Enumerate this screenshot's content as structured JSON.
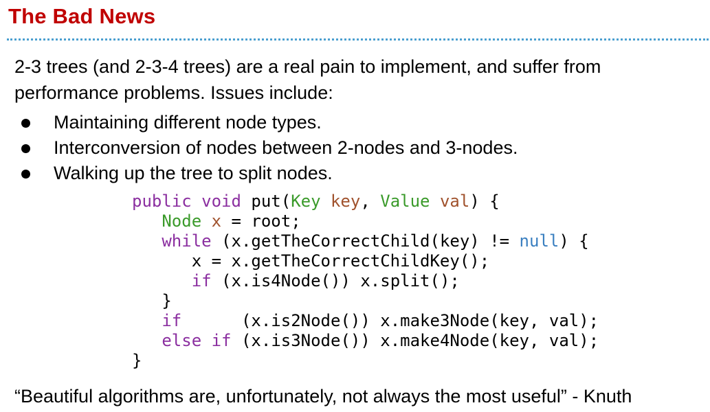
{
  "slide": {
    "title": "The Bad News",
    "intro": "2-3 trees (and 2-3-4 trees) are a real pain to implement, and suffer from performance problems. Issues include:",
    "bullets": [
      "Maintaining different node types.",
      "Interconversion of nodes between 2-nodes and 3-nodes.",
      "Walking up the tree to split nodes."
    ],
    "quote": "“Beautiful algorithms are, unfortunately, not always the most useful” - Knuth"
  },
  "code": {
    "lines": [
      [
        {
          "t": "public void ",
          "c": "kw"
        },
        {
          "t": "put(",
          "c": ""
        },
        {
          "t": "Key ",
          "c": "ty"
        },
        {
          "t": "key",
          "c": "pv"
        },
        {
          "t": ", ",
          "c": ""
        },
        {
          "t": "Value ",
          "c": "ty"
        },
        {
          "t": "val",
          "c": "pv"
        },
        {
          "t": ") {",
          "c": ""
        }
      ],
      [
        {
          "t": "   ",
          "c": ""
        },
        {
          "t": "Node ",
          "c": "ty"
        },
        {
          "t": "x",
          "c": "pv"
        },
        {
          "t": " = root;",
          "c": ""
        }
      ],
      [
        {
          "t": "   ",
          "c": ""
        },
        {
          "t": "while",
          "c": "kw"
        },
        {
          "t": " (x.getTheCorrectChild(key) != ",
          "c": ""
        },
        {
          "t": "null",
          "c": "nl"
        },
        {
          "t": ") {",
          "c": ""
        }
      ],
      [
        {
          "t": "      x = x.getTheCorrectChildKey();",
          "c": ""
        }
      ],
      [
        {
          "t": "      ",
          "c": ""
        },
        {
          "t": "if",
          "c": "kw"
        },
        {
          "t": " (x.is4Node()) x.split();",
          "c": ""
        }
      ],
      [
        {
          "t": "   }",
          "c": ""
        }
      ],
      [
        {
          "t": "   ",
          "c": ""
        },
        {
          "t": "if",
          "c": "kw"
        },
        {
          "t": "      (x.is2Node()) x.make3Node(key, val);",
          "c": ""
        }
      ],
      [
        {
          "t": "   ",
          "c": ""
        },
        {
          "t": "else if",
          "c": "kw"
        },
        {
          "t": " (x.is3Node()) x.make4Node(key, val);",
          "c": ""
        }
      ],
      [
        {
          "t": "}",
          "c": ""
        }
      ]
    ]
  },
  "colors": {
    "title": "#c00000",
    "divider": "#4a9fd0",
    "keyword": "#8b2fa0",
    "type": "#3a9a2a",
    "parameter": "#a0522d",
    "null_literal": "#3a7fc0"
  }
}
